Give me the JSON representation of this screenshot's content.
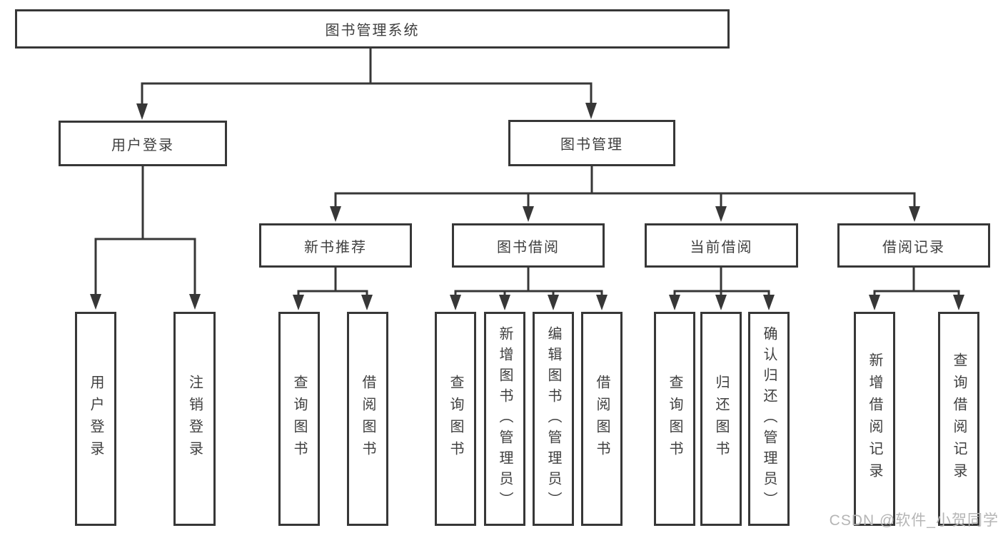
{
  "colors": {
    "line": "#373737",
    "text": "#3f3f3f",
    "watermark": "#b5b5b5",
    "background": "#ffffff"
  },
  "nodes": {
    "root": {
      "label": "图书管理系统"
    },
    "userLogin": {
      "label": "用户登录"
    },
    "bookMgmt": {
      "label": "图书管理"
    },
    "leafUserLogin": {
      "label": "用户登录"
    },
    "leafLogout": {
      "label": "注销登录"
    },
    "newBookRec": {
      "label": "新书推荐"
    },
    "bookBorrow": {
      "label": "图书借阅"
    },
    "currentBorrow": {
      "label": "当前借阅"
    },
    "borrowRecords": {
      "label": "借阅记录"
    },
    "nbrQueryBook": {
      "label": "查询图书"
    },
    "nbrBorrowBook": {
      "label": "借阅图书"
    },
    "bbQueryBook": {
      "label": "查询图书"
    },
    "bbAddBook": {
      "label": "新增图书（管理员）"
    },
    "bbEditBook": {
      "label": "编辑图书（管理员）"
    },
    "bbBorrowBook": {
      "label": "借阅图书"
    },
    "cbQueryBook": {
      "label": "查询图书"
    },
    "cbReturnBook": {
      "label": "归还图书"
    },
    "cbConfirmReturn": {
      "label": "确认归还（管理员）"
    },
    "brAddRecord": {
      "label": "新增借阅记录"
    },
    "brQueryRecord": {
      "label": "查询借阅记录"
    }
  },
  "tree": {
    "图书管理系统": {
      "用户登录": [
        "用户登录",
        "注销登录"
      ],
      "图书管理": {
        "新书推荐": [
          "查询图书",
          "借阅图书"
        ],
        "图书借阅": [
          "查询图书",
          "新增图书（管理员）",
          "编辑图书（管理员）",
          "借阅图书"
        ],
        "当前借阅": [
          "查询图书",
          "归还图书",
          "确认归还（管理员）"
        ],
        "借阅记录": [
          "新增借阅记录",
          "查询借阅记录"
        ]
      }
    }
  },
  "watermark": {
    "text": "CSDN @软件_小贺同学"
  }
}
